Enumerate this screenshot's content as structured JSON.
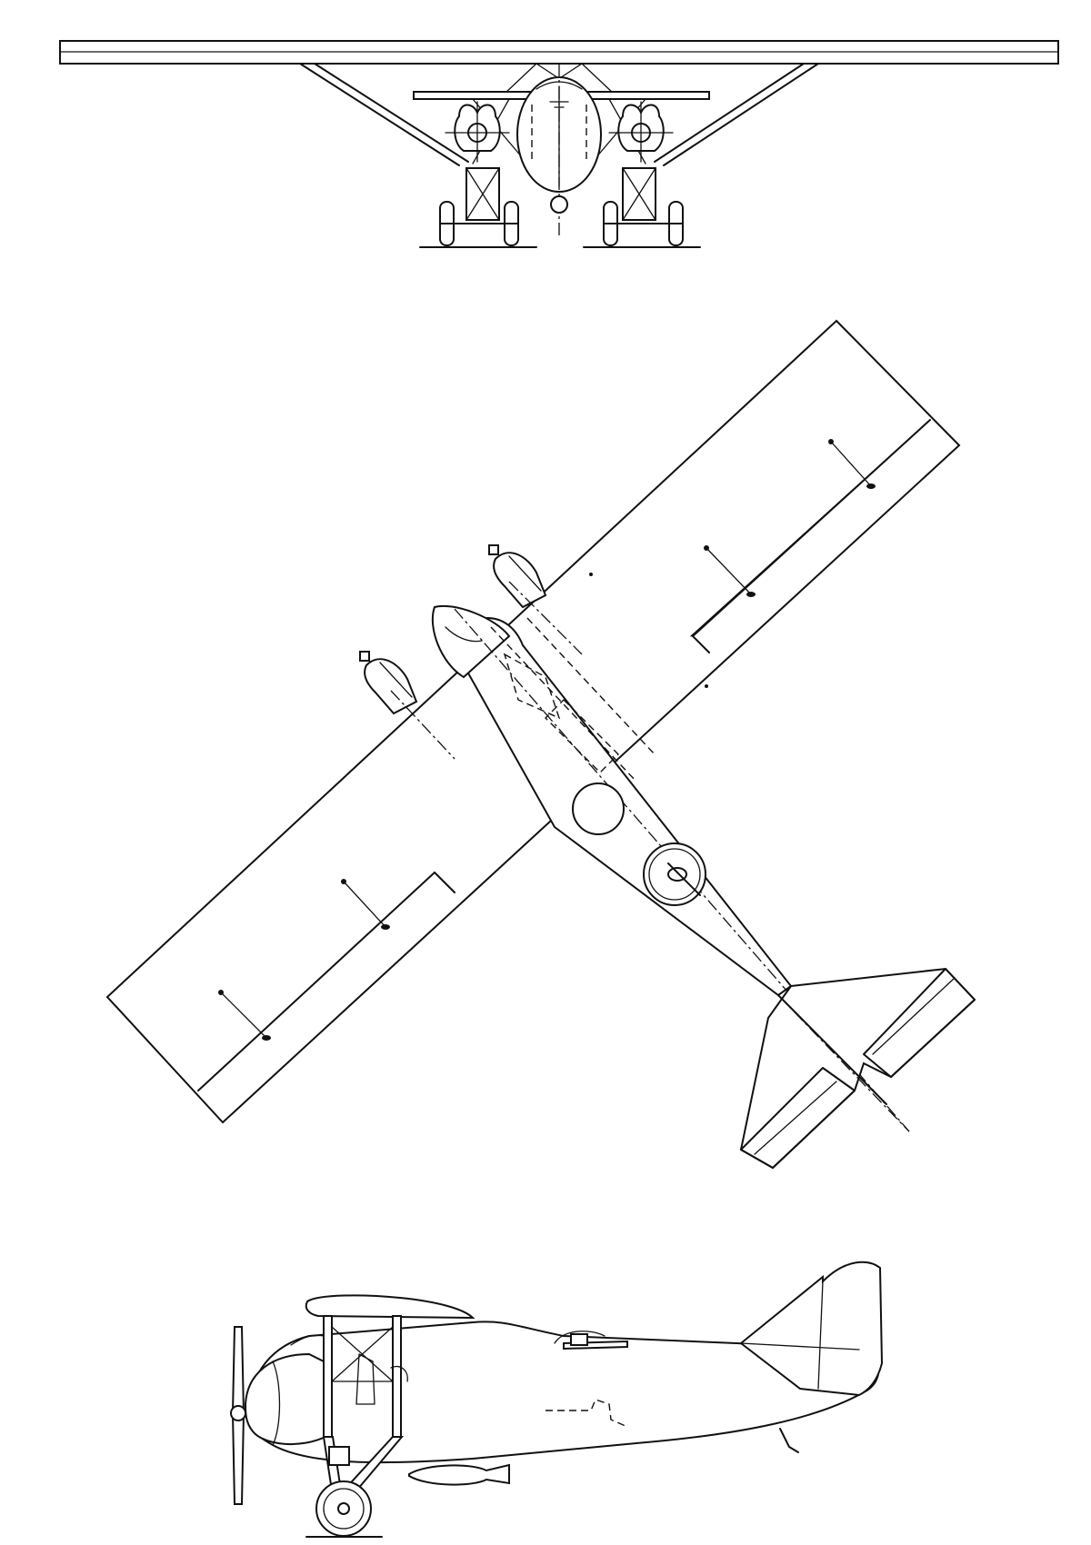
{
  "drawing": {
    "views": [
      "front-view",
      "plan-view",
      "side-view"
    ],
    "colors": {
      "line": "#111111",
      "background": "#ffffff"
    },
    "icons": {
      "front_view": "aircraft-front-elevation-icon",
      "plan_view": "aircraft-plan-view-icon",
      "side_view": "aircraft-side-elevation-icon"
    }
  }
}
